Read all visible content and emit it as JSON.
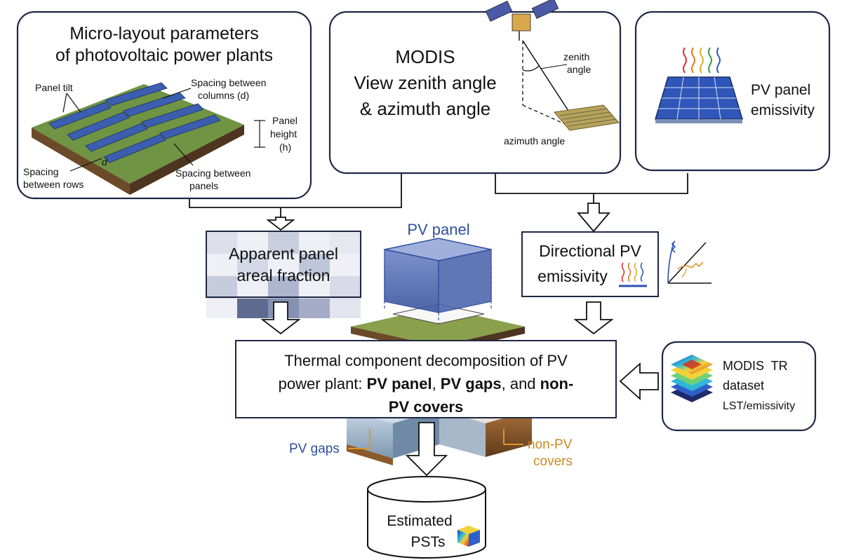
{
  "colors": {
    "box_border": "#1f2744",
    "pv_blue": "#2f4f9c",
    "orange": "#d9972b",
    "grass": "#5f8a3a",
    "soil": "#8a5a2b"
  },
  "icons": [
    "satellite-icon",
    "emission-waves-icon",
    "pv-panel-icon",
    "layered-raster-icon"
  ],
  "micro_layout": {
    "title_line1": "Micro-layout parameters",
    "title_line2": "of photovoltaic power plants",
    "panel_tilt": "Panel tilt",
    "spacing_columns_line1": "Spacing between",
    "spacing_columns_line2": "columns (d)",
    "panel_height_line1": "Panel",
    "panel_height_line2": "height",
    "panel_height_line3": "(h)",
    "spacing_rows_line1": "Spacing",
    "spacing_rows_line2": "between rows",
    "spacing_panels_line1": "Spacing between",
    "spacing_panels_line2": "panels",
    "d_symbol": "d"
  },
  "modis_angles": {
    "title_line1": "MODIS",
    "title_line2": "View zenith angle",
    "title_line3": "& azimuth angle",
    "zenith_line1": "zenith",
    "zenith_line2": "angle",
    "azimuth": "azimuth angle"
  },
  "panel_emissivity": {
    "line1": "PV panel",
    "line2": "emissivity"
  },
  "areal_fraction": {
    "line1": "Apparent panel",
    "line2": "areal fraction"
  },
  "pv_panel_label": "PV panel",
  "directional": {
    "line1": "Directional PV",
    "line2": "emissivity"
  },
  "decomposition": {
    "line1": "Thermal component decomposition of PV",
    "line2_prefix": "power plant: ",
    "line2_bold1": "PV panel",
    "line2_sep1": ", ",
    "line2_bold2": "PV gaps",
    "line2_sep2": ", and ",
    "line2_bold3": "non-",
    "line3_bold": "PV covers"
  },
  "modis_tr": {
    "line1": "MODIS  TR",
    "line2": "dataset",
    "line3": "LST/emissivity"
  },
  "pv_gaps_label": "PV gaps",
  "non_pv_line1": "non-PV",
  "non_pv_line2": "covers",
  "estimated": {
    "line1": "Estimated",
    "line2": "PSTs"
  }
}
